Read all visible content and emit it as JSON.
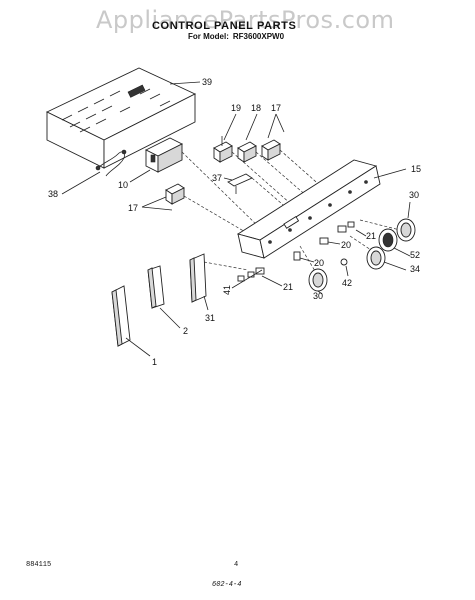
{
  "watermark": "AppliancePartsPros.com",
  "header": {
    "title": "CONTROL PANEL PARTS",
    "model_prefix": "For Model:",
    "model_number": "RF3600XPW0"
  },
  "callouts": {
    "c39": "39",
    "c19": "19",
    "c18": "18",
    "c17a": "17",
    "c15": "15",
    "c38": "38",
    "c10": "10",
    "c37": "37",
    "c17b": "17",
    "c30a": "30",
    "c21a": "21",
    "c20": "20",
    "c52": "52",
    "c34": "34",
    "c42": "42",
    "c41": "41",
    "c21b": "21",
    "c30b": "30",
    "c31": "31",
    "c2": "2",
    "c1": "1"
  },
  "footer": {
    "code": "884115",
    "page": "4",
    "stamp": "602-4-4"
  }
}
